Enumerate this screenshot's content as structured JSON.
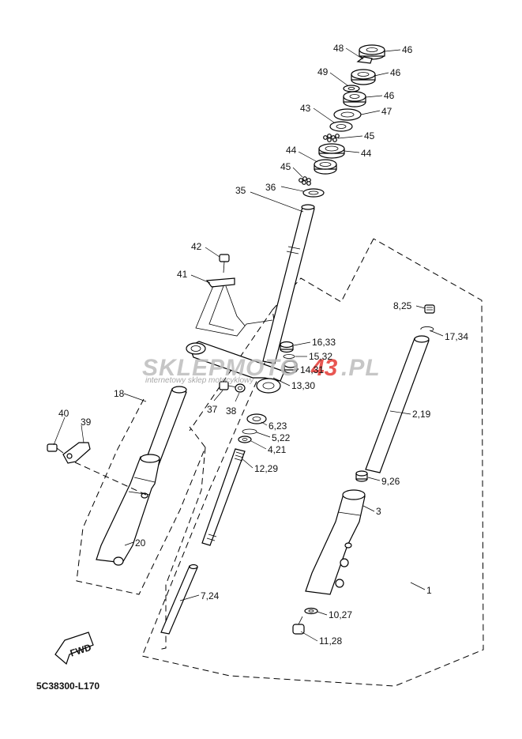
{
  "diagram": {
    "code": "5C38300-L170",
    "fwd_label": "FWD",
    "watermark": {
      "part1": "SKLEPMOTO",
      "part2": "43",
      "part3": ".PL",
      "tagline": "internetowy sklep motocyklowy"
    },
    "callouts": {
      "c48": "48",
      "c46a": "46",
      "c49": "49",
      "c46b": "46",
      "c46c": "46",
      "c43": "43",
      "c47": "47",
      "c45a": "45",
      "c44a": "44",
      "c44b": "44",
      "c45b": "45",
      "c36": "36",
      "c35": "35",
      "c42": "42",
      "c41": "41",
      "c8_25": "8,25",
      "c17_34": "17,34",
      "c16_33": "16,33",
      "c15_32": "15,32",
      "c14_31": "14,31",
      "c13_30": "13,30",
      "c18": "18",
      "c37": "37",
      "c38": "38",
      "c6_23": "6,23",
      "c5_22": "5,22",
      "c4_21": "4,21",
      "c2_19": "2,19",
      "c40": "40",
      "c39": "39",
      "c12_29": "12,29",
      "c9_26": "9,26",
      "c3": "3",
      "c20": "20",
      "c7_24": "7,24",
      "c1": "1",
      "c10_27": "10,27",
      "c11_28": "11,28"
    }
  }
}
